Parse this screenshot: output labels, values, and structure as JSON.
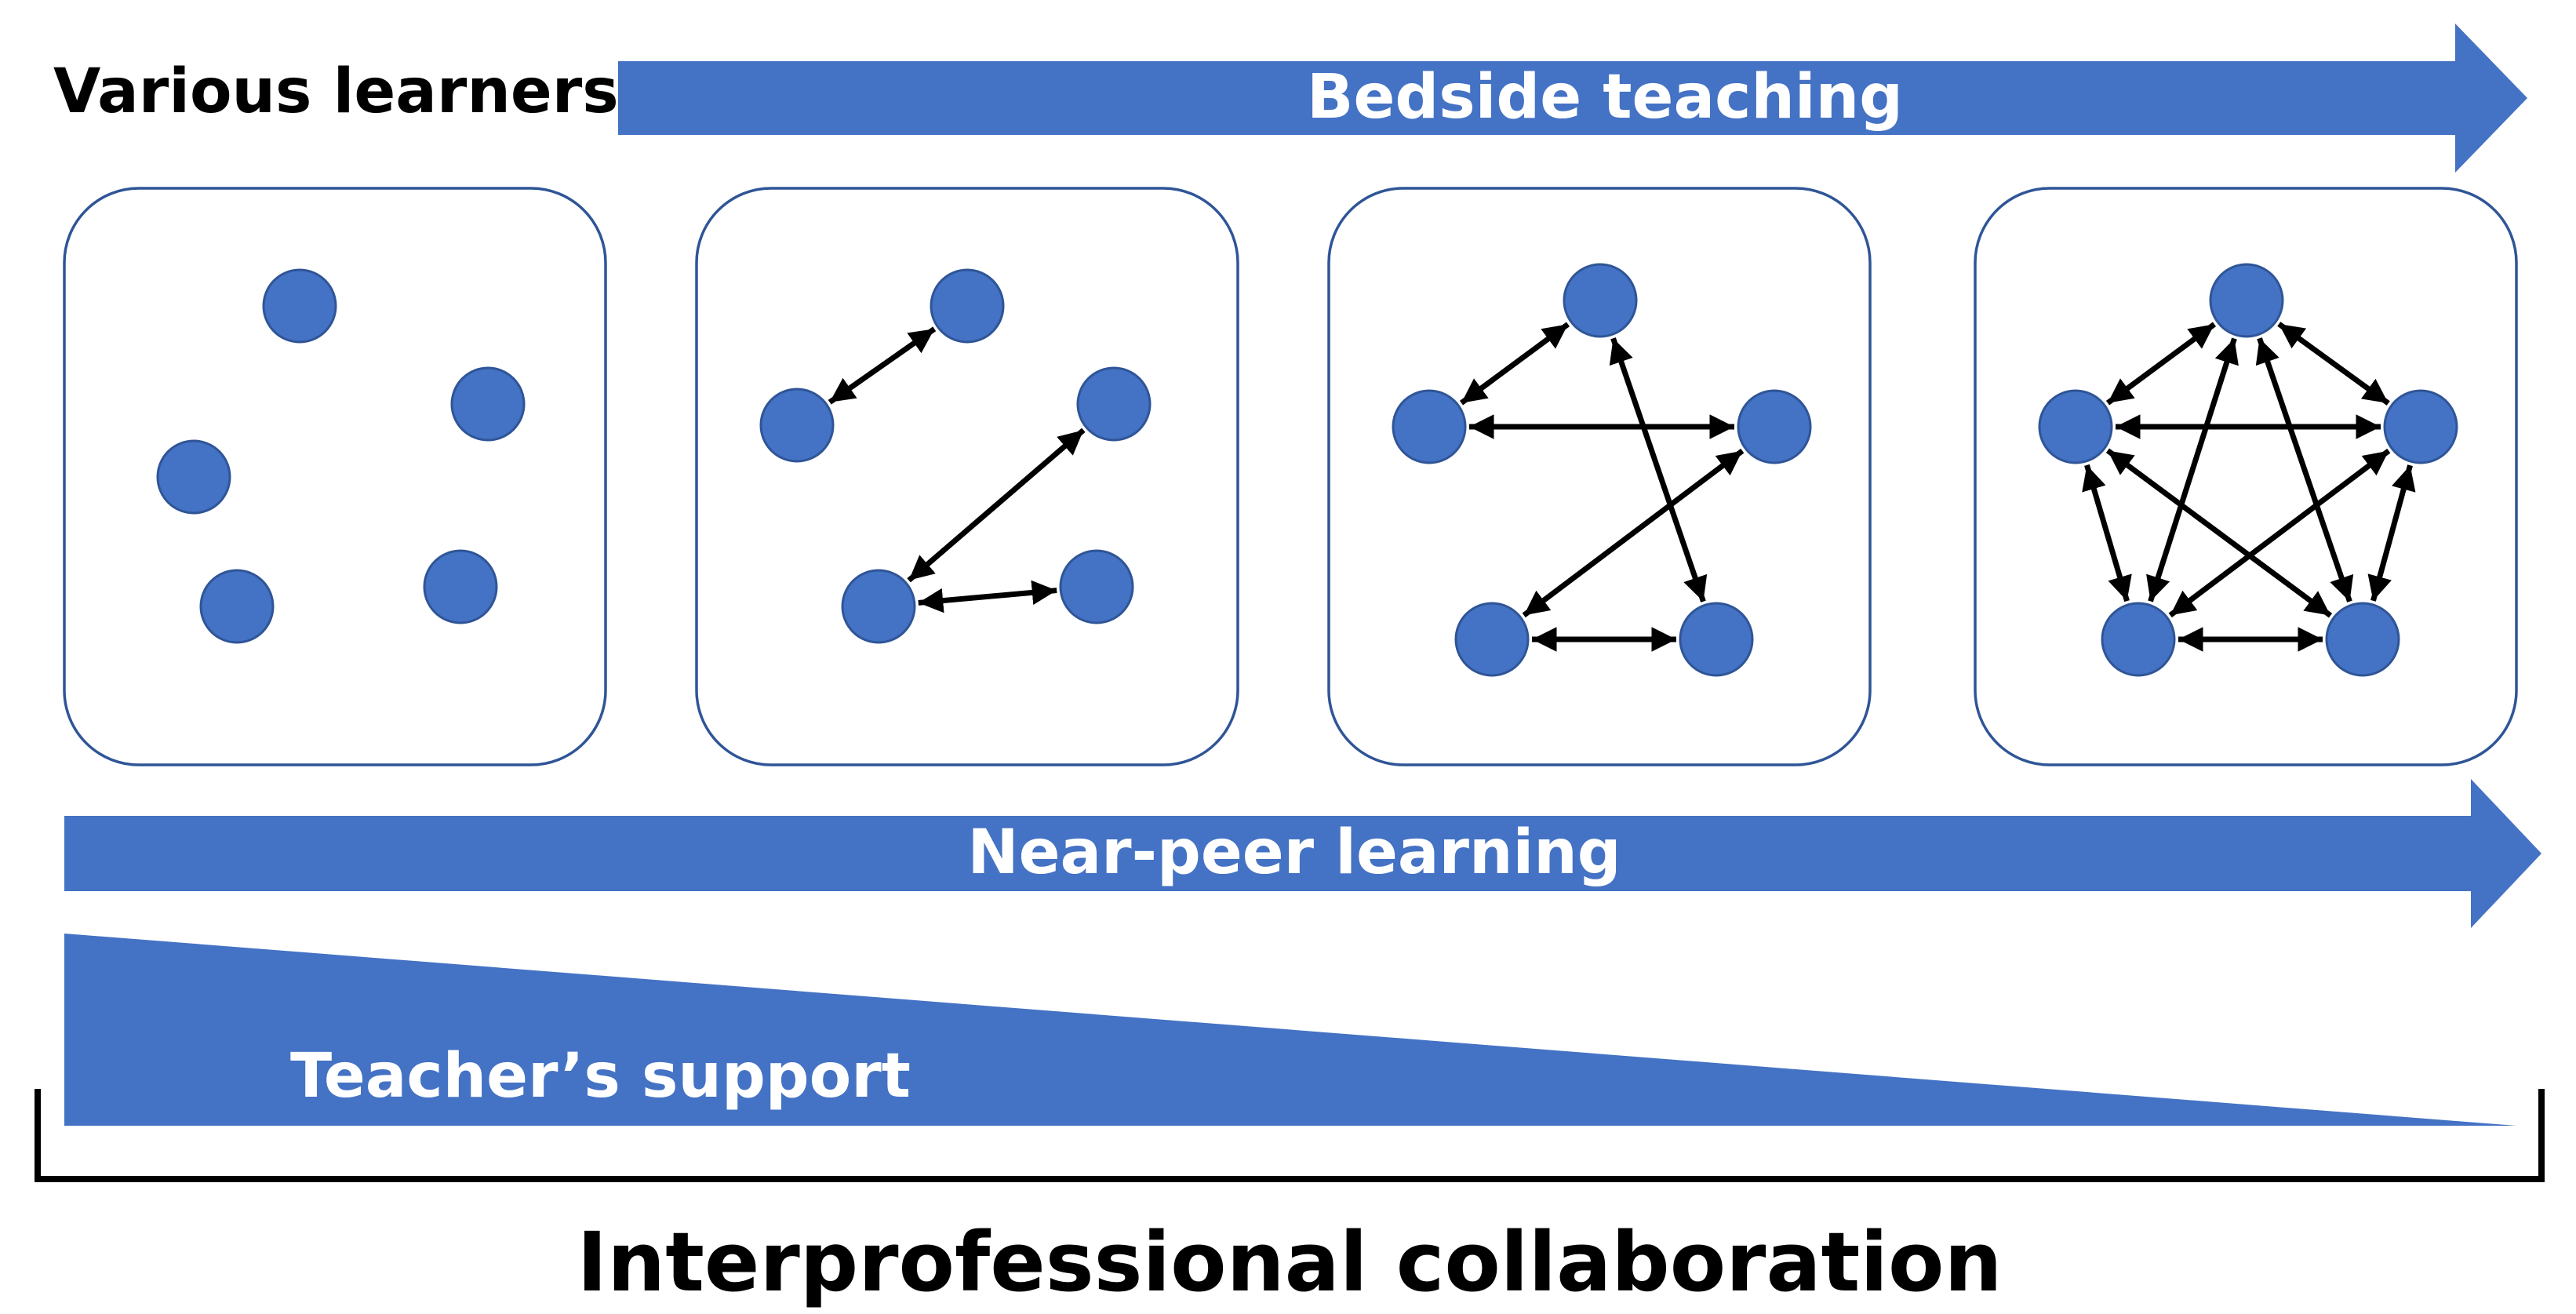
{
  "labels": {
    "various_learners": "Various learners",
    "bedside_teaching": "Bedside teaching",
    "near_peer_learning": "Near-peer learning",
    "teachers_support": "Teacher’s support",
    "interprofessional_collaboration": "Interprofessional collaboration"
  },
  "colors": {
    "accent": "#4472C4",
    "node_stroke": "#2F5597",
    "panel_border": "#2F5597",
    "arrow": "#000000",
    "label_dark": "#000000",
    "label_light": "#ffffff"
  },
  "panels": [
    {
      "name": "panel-isolated",
      "links": []
    },
    {
      "name": "panel-pairs",
      "links": [
        [
          0,
          1
        ],
        [
          2,
          3
        ],
        [
          3,
          4
        ]
      ]
    },
    {
      "name": "panel-ring",
      "links": [
        [
          0,
          1
        ],
        [
          1,
          2
        ],
        [
          2,
          3
        ],
        [
          3,
          4
        ],
        [
          4,
          0
        ]
      ]
    },
    {
      "name": "panel-full-mesh",
      "links": [
        [
          0,
          1
        ],
        [
          1,
          2
        ],
        [
          2,
          3
        ],
        [
          3,
          4
        ],
        [
          4,
          0
        ],
        [
          0,
          2
        ],
        [
          0,
          3
        ],
        [
          1,
          3
        ],
        [
          1,
          4
        ],
        [
          2,
          4
        ]
      ]
    }
  ]
}
